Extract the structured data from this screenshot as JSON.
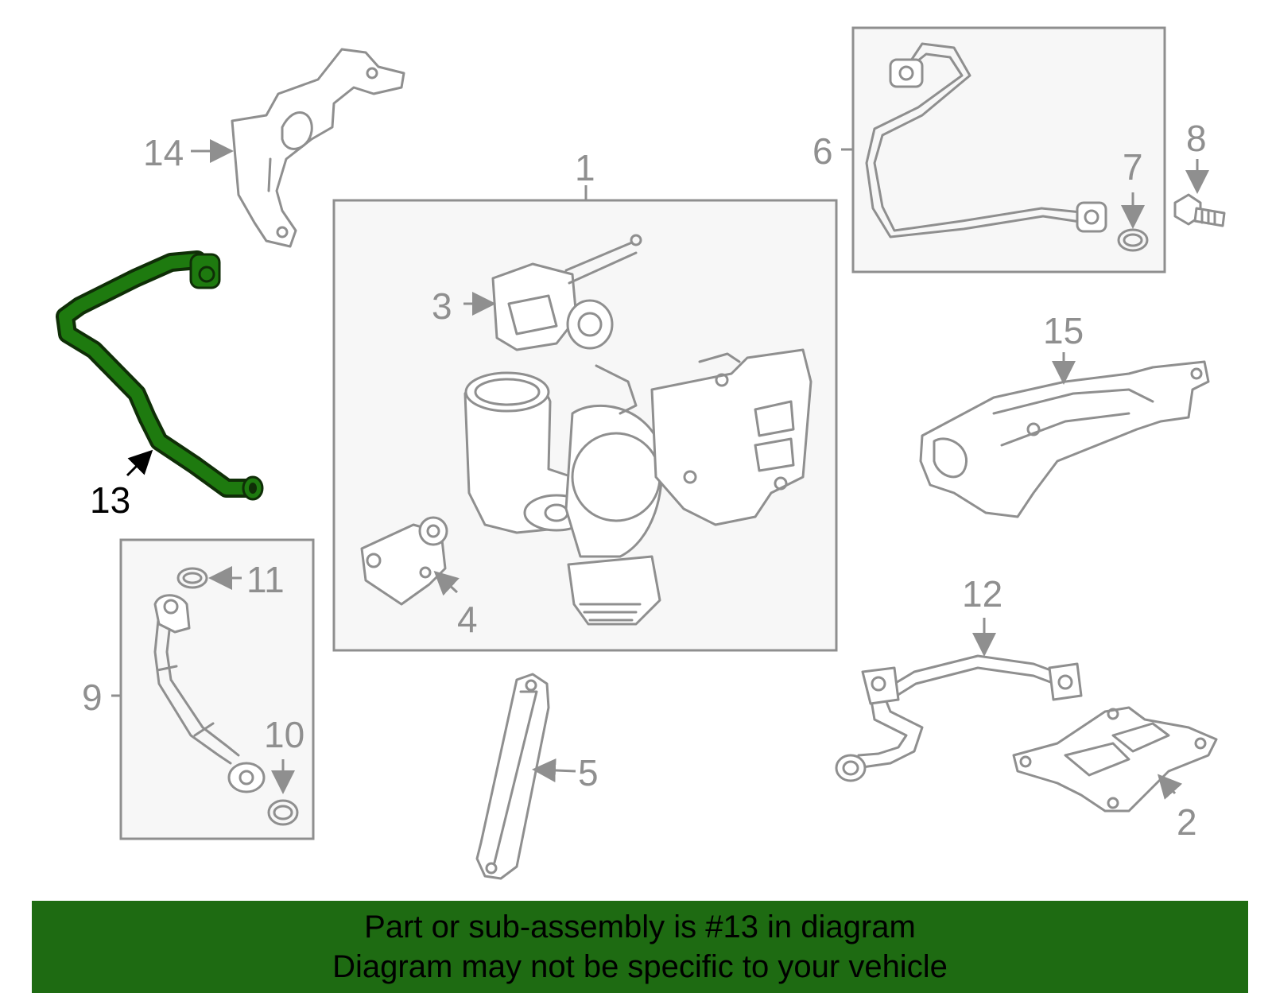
{
  "diagram": {
    "callouts": {
      "c1": "1",
      "c2": "2",
      "c3": "3",
      "c4": "4",
      "c5": "5",
      "c6": "6",
      "c7": "7",
      "c8": "8",
      "c9": "9",
      "c10": "10",
      "c11": "11",
      "c12": "12",
      "c13": "13",
      "c14": "14",
      "c15": "15"
    },
    "highlighted_part": "13",
    "colors": {
      "highlight": "#1e7a0f",
      "outline": "#8f8f8f",
      "banner": "#1e6b12"
    }
  },
  "banner": {
    "line1": "Part or sub-assembly is #13 in diagram",
    "line2": "Diagram may not be specific to your vehicle"
  }
}
